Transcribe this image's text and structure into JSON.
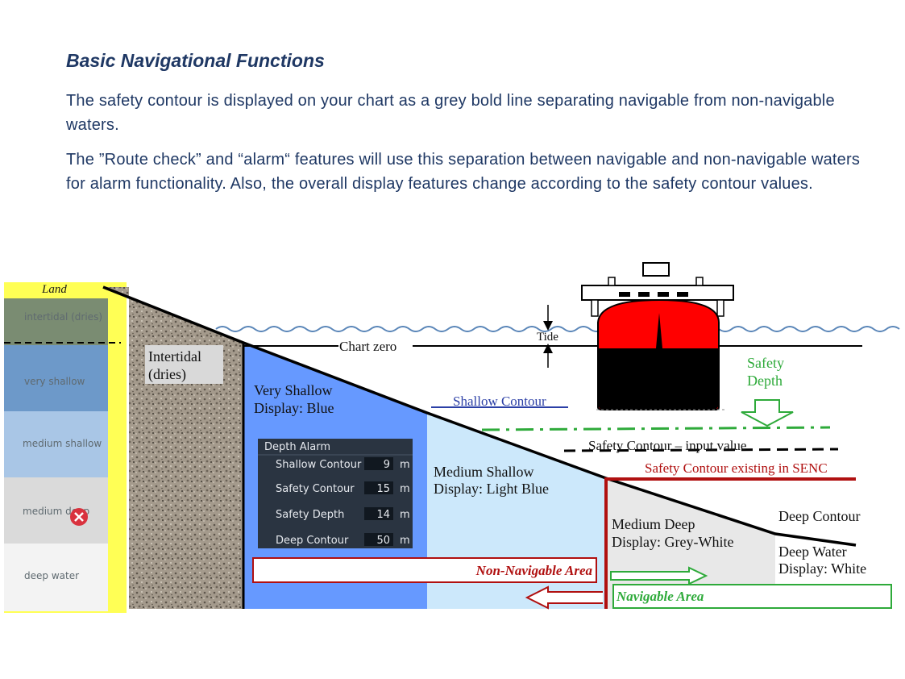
{
  "title": "Basic Navigational Functions",
  "paragraphs": [
    "The safety contour is displayed on your chart as a grey bold line separating navigable from non-navigable waters.",
    "The ”Route check” and “alarm“  features will use this separation between navigable and non-navigable waters for alarm functionality. Also, the overall display features change according to the safety contour values."
  ],
  "diagram": {
    "strip": {
      "land": "Land",
      "intertidal": "intertidal (dries)",
      "very_shallow": "very shallow",
      "medium_shallow": "medium shallow",
      "medium_deep": "medium deep",
      "deep_water": "deep water"
    },
    "labels": {
      "intertidal_1": "Intertidal",
      "intertidal_2": "(dries)",
      "chart_zero": "Chart zero",
      "tide": "Tide",
      "very_shallow_1": "Very Shallow",
      "very_shallow_2": "Display: Blue",
      "shallow_contour": "Shallow Contour",
      "safety_depth_1": "Safety",
      "safety_depth_2": "Depth",
      "safety_contour_input": "Safety Contour – input value",
      "safety_contour_senc": "Safety Contour existing in SENC",
      "medium_shallow_1": "Medium Shallow",
      "medium_shallow_2": "Display: Light Blue",
      "medium_deep_1": "Medium Deep",
      "medium_deep_2": "Display: Grey-White",
      "deep_contour": "Deep Contour",
      "deep_water_1": "Deep Water",
      "deep_water_2": "Display: White",
      "non_navigable": "Non-Navigable Area",
      "navigable": "Navigable Area"
    },
    "depth_alarm": {
      "title": "Depth Alarm",
      "rows": [
        {
          "label": "Shallow Contour",
          "value": "9",
          "unit": "m"
        },
        {
          "label": "Safety Contour",
          "value": "15",
          "unit": "m"
        },
        {
          "label": "Safety Depth",
          "value": "14",
          "unit": "m"
        },
        {
          "label": "Deep Contour",
          "value": "50",
          "unit": "m"
        }
      ]
    },
    "colors": {
      "very_shallow": "#6699ff",
      "medium_shallow": "#cce8fb",
      "medium_deep": "#e8e8e8",
      "safety_contour": "#b01010",
      "safety_depth": "#2eaa3a",
      "ship_red": "#ff0000"
    }
  }
}
